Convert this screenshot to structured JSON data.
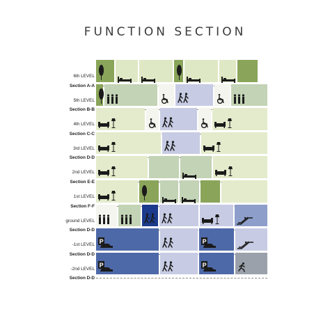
{
  "title": "FUNCTION SECTION",
  "colors": {
    "dark_green": "#8aa55a",
    "light_green": "#dfe8c4",
    "pale_green": "#e3ebcc",
    "sage": "#c3d3b5",
    "lavender": "#c7cbe3",
    "blue": "#4e69a8",
    "navy": "#1d3b8c",
    "steel": "#8e9eca",
    "grey": "#9aa1ab",
    "white_cell": "#f4f5ee"
  },
  "rows": [
    {
      "level": "6th LEVEL",
      "section": "Section A-A",
      "cells": [
        {
          "w": 28,
          "c": "dark_green",
          "icons": [
            "tree-icon"
          ]
        },
        {
          "w": 34,
          "c": "light_green",
          "icons": [
            "bed-icon"
          ]
        },
        {
          "w": 50,
          "c": "light_green",
          "icons": [
            "bed-icon"
          ]
        },
        {
          "w": 15,
          "c": "dark_green",
          "icons": [
            "tree-icon"
          ]
        },
        {
          "w": 50,
          "c": "light_green",
          "icons": [
            "bed-icon"
          ]
        },
        {
          "w": 26,
          "c": "light_green",
          "icons": [
            "bed-icon"
          ]
        },
        {
          "w": 29,
          "c": "dark_green",
          "icons": []
        }
      ]
    },
    {
      "level": "5th LEVEL",
      "section": "Section B-B",
      "cells": [
        {
          "w": 12,
          "c": "dark_green",
          "icons": [
            "tree-icon"
          ]
        },
        {
          "w": 78,
          "c": "sage",
          "icons": [
            "people-icon"
          ]
        },
        {
          "w": 24,
          "c": "white_cell",
          "icons": [
            "wheelchair-icon"
          ]
        },
        {
          "w": 56,
          "c": "lavender",
          "icons": [
            "walking-people-icon"
          ]
        },
        {
          "w": 24,
          "c": "white_cell",
          "icons": [
            "wheelchair-icon"
          ]
        },
        {
          "w": 52,
          "c": "sage",
          "icons": [
            "people-icon"
          ]
        }
      ]
    },
    {
      "level": "4th LEVEL",
      "section": "Section C-C",
      "cells": [
        {
          "w": 72,
          "c": "pale_green",
          "icons": [
            "sofa-lamp-icon"
          ]
        },
        {
          "w": 20,
          "c": "white_cell",
          "icons": [
            "wheelchair-icon"
          ]
        },
        {
          "w": 55,
          "c": "lavender",
          "icons": [
            "walking-people-icon"
          ]
        },
        {
          "w": 20,
          "c": "white_cell",
          "icons": [
            "wheelchair-icon"
          ]
        },
        {
          "w": 79,
          "c": "pale_green",
          "icons": [
            "sofa-lamp-icon"
          ]
        }
      ]
    },
    {
      "level": "3rd LEVEL",
      "section": "Section D-D",
      "cells": [
        {
          "w": 95,
          "c": "pale_green",
          "icons": [
            "sofa-lamp-icon"
          ]
        },
        {
          "w": 56,
          "c": "lavender",
          "icons": [
            "walking-people-icon"
          ]
        },
        {
          "w": 95,
          "c": "pale_green",
          "icons": [
            "sofa-lamp-icon"
          ]
        }
      ]
    },
    {
      "level": "2nd LEVEL",
      "section": "Section E-E",
      "cells": [
        {
          "w": 76,
          "c": "pale_green",
          "icons": [
            "sofa-lamp-icon"
          ]
        },
        {
          "w": 45,
          "c": "sage",
          "icons": []
        },
        {
          "w": 47,
          "c": "sage",
          "icons": [
            "bed-icon"
          ]
        },
        {
          "w": 78,
          "c": "pale_green",
          "icons": [
            "sofa-lamp-icon"
          ]
        }
      ]
    },
    {
      "level": "1st LEVEL",
      "section": "Section F-F",
      "cells": [
        {
          "w": 62,
          "c": "pale_green",
          "icons": [
            "sofa-lamp-icon"
          ]
        },
        {
          "w": 30,
          "c": "dark_green",
          "icons": [
            "tree-icon"
          ]
        },
        {
          "w": 28,
          "c": "sage",
          "icons": [
            "bed-icon"
          ]
        },
        {
          "w": 30,
          "c": "sage",
          "icons": [
            "bed-icon"
          ]
        },
        {
          "w": 30,
          "c": "dark_green",
          "icons": []
        },
        {
          "w": 66,
          "c": "pale_green",
          "icons": []
        }
      ]
    },
    {
      "level": "ground LEVEL",
      "section": "Section D-D",
      "cells": [
        {
          "w": 32,
          "c": "white_cell",
          "icons": [
            "people-icon"
          ]
        },
        {
          "w": 34,
          "c": "sage",
          "icons": [
            "people-icon"
          ]
        },
        {
          "w": 25,
          "c": "navy",
          "icons": [
            "walking-people-icon"
          ]
        },
        {
          "w": 58,
          "c": "lavender",
          "icons": [
            "walking-people-icon"
          ]
        },
        {
          "w": 50,
          "c": "lavender",
          "icons": [
            "sofa-lamp-icon"
          ]
        },
        {
          "w": 47,
          "c": "steel",
          "icons": [
            "escalator-icon"
          ]
        }
      ]
    },
    {
      "level": "-1st LEVEL",
      "section": "Section D-D",
      "cells": [
        {
          "w": 92,
          "c": "blue",
          "icons": [
            "parking-car-icon"
          ]
        },
        {
          "w": 56,
          "c": "lavender",
          "icons": [
            "walking-people-icon"
          ]
        },
        {
          "w": 52,
          "c": "blue",
          "icons": [
            "parking-car-icon"
          ]
        },
        {
          "w": 46,
          "c": "lavender",
          "icons": [
            "escalator-icon"
          ]
        }
      ]
    },
    {
      "level": "-2nd LEVEL",
      "section": "Section D-D",
      "cells": [
        {
          "w": 92,
          "c": "blue",
          "icons": [
            "parking-car-icon"
          ]
        },
        {
          "w": 56,
          "c": "lavender",
          "icons": [
            "walking-people-icon"
          ]
        },
        {
          "w": 52,
          "c": "blue",
          "icons": [
            "parking-car-icon"
          ]
        },
        {
          "w": 46,
          "c": "grey",
          "icons": [
            "runner-icon"
          ]
        }
      ]
    }
  ]
}
